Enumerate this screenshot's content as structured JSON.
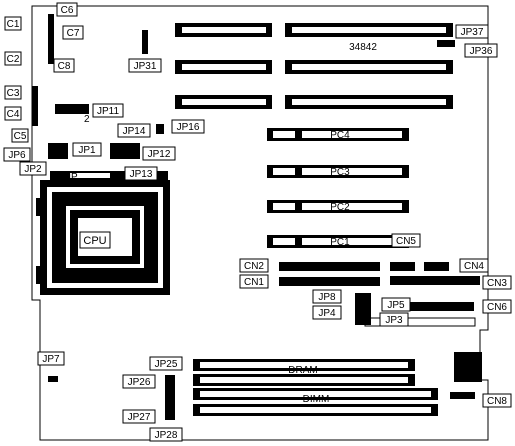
{
  "board_id": "34842",
  "cpu_socket": {
    "maker": "AMP",
    "label": "CPU"
  },
  "dram_label": "DRAM",
  "dimm_label": "DIMM",
  "pci_slots": [
    "PC4",
    "PC3",
    "PC2",
    "PC1"
  ],
  "connectors": [
    "CN1",
    "CN2",
    "CN3",
    "CN4",
    "CN5",
    "CN6",
    "CN8"
  ],
  "capacitors": [
    "C1",
    "C2",
    "C3",
    "C4",
    "C5",
    "C6",
    "C7",
    "C8"
  ],
  "jumpers": [
    "JP1",
    "JP2",
    "JP3",
    "JP4",
    "JP5",
    "JP6",
    "JP7",
    "JP8",
    "JP11",
    "JP12",
    "JP13",
    "JP14",
    "JP16",
    "JP25",
    "JP26",
    "JP27",
    "JP28",
    "JP31",
    "JP36",
    "JP37"
  ],
  "pin_marker": "2"
}
